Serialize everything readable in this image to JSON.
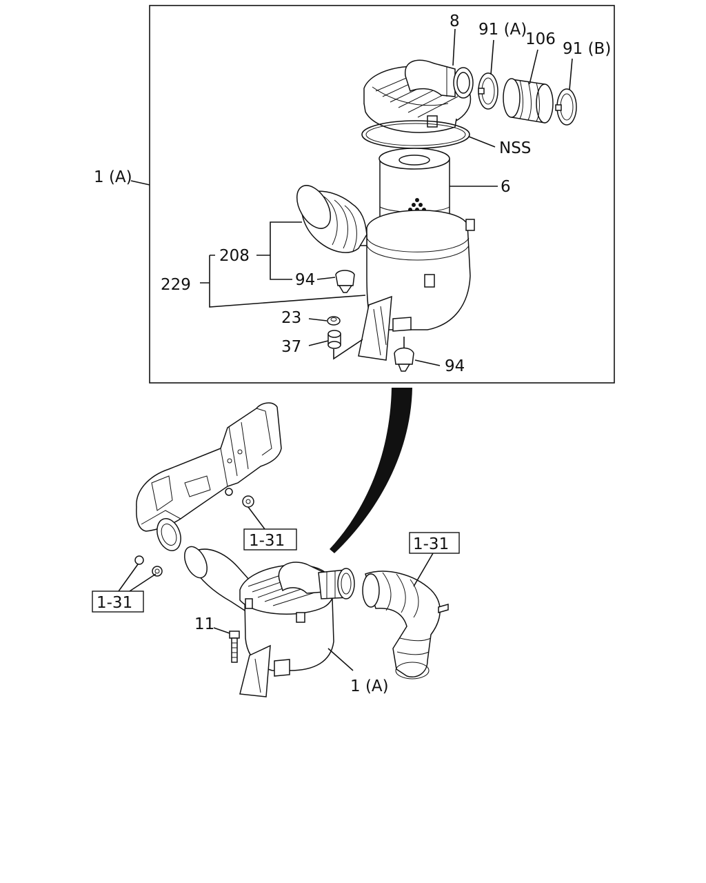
{
  "inset": {
    "labels": {
      "p8": "8",
      "p91a": "91 (A)",
      "p106": "106",
      "p91b": "91 (B)",
      "nss": "NSS",
      "p6": "6",
      "p1a": "1 (A)",
      "p208": "208",
      "p94_top": "94",
      "p229": "229",
      "p23": "23",
      "p37": "37",
      "p94_bottom": "94"
    }
  },
  "assembly": {
    "labels": {
      "ref_top": "1-31",
      "ref_right": "1-31",
      "ref_left": "1-31",
      "p11": "11",
      "p1a": "1 (A)"
    }
  }
}
